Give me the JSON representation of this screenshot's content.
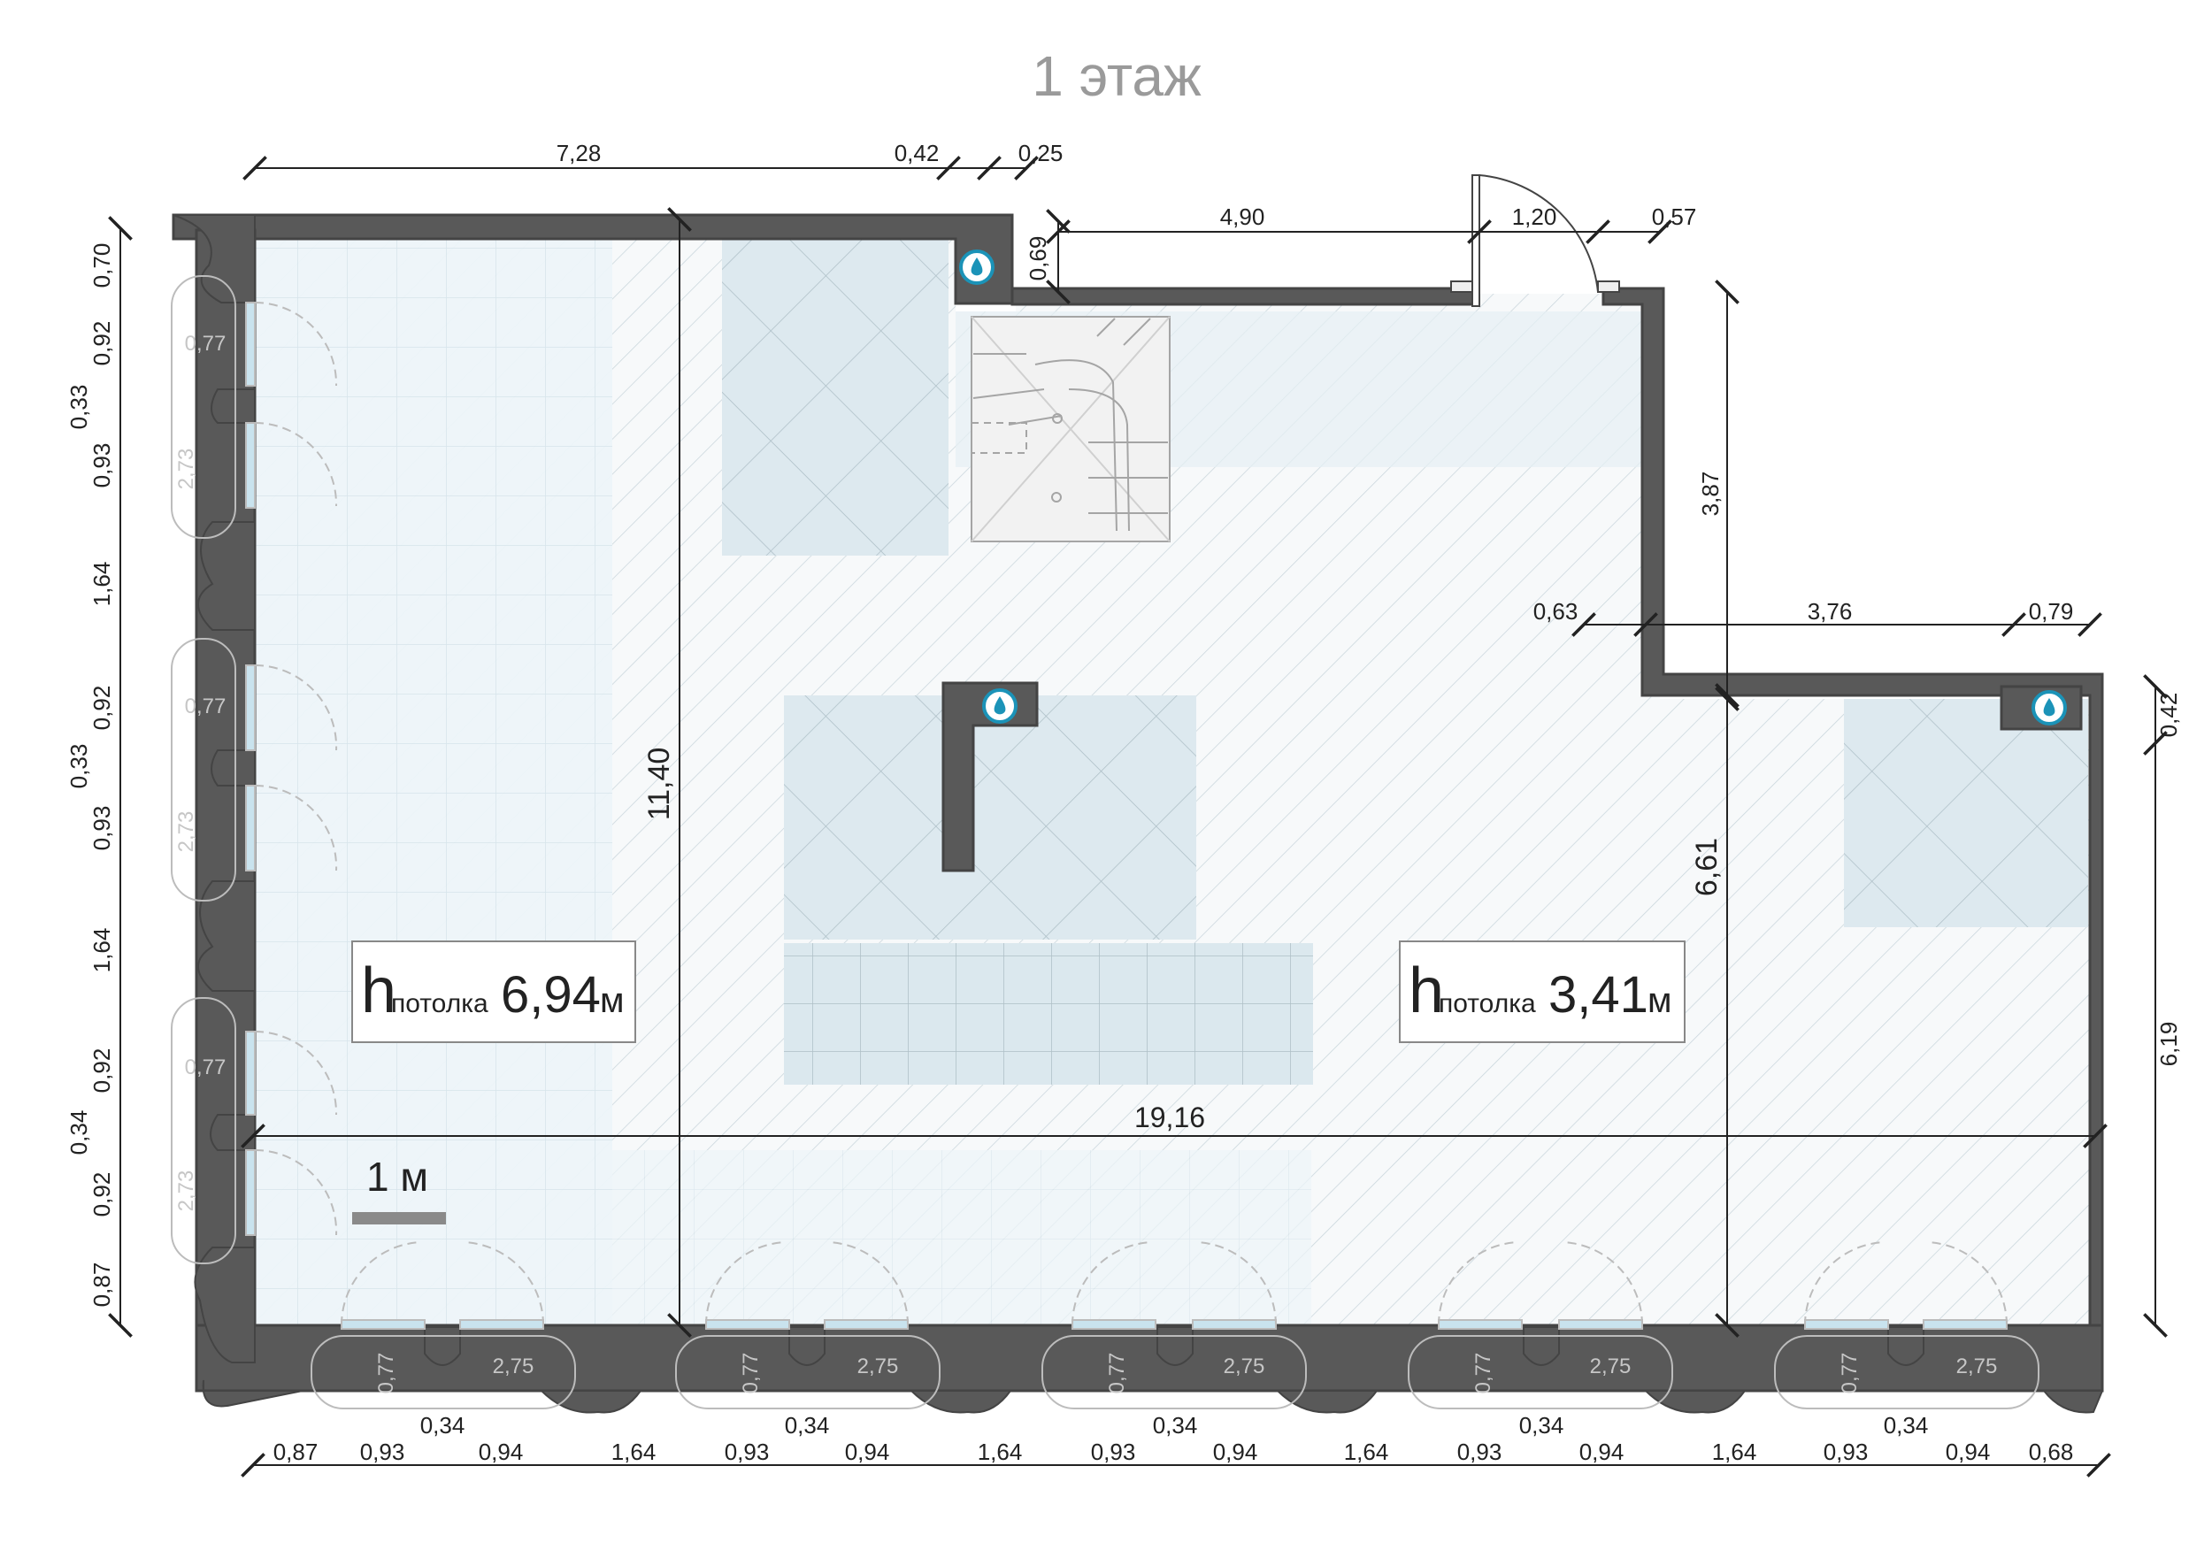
{
  "title": "1 этаж",
  "colors": {
    "wall": "#555555",
    "floor": "#eef6fa",
    "hatch": "#b9cdd6",
    "water": "#1b93b8",
    "dim": "#222222"
  },
  "ceiling_left": {
    "prefix": "h",
    "sub": "потолка",
    "value": "6,94",
    "unit": "м"
  },
  "ceiling_right": {
    "prefix": "h",
    "sub": "потолка",
    "value": "3,41",
    "unit": "м"
  },
  "scale_label": "1 м",
  "dims": {
    "top": [
      "7,28",
      "0,42",
      "0,25"
    ],
    "top_right": [
      "0,69",
      "4,90",
      "1,20",
      "0,57"
    ],
    "mid_right": [
      "3,87",
      "0,63",
      "3,76",
      "0,79"
    ],
    "inner": [
      "11,40",
      "6,61",
      "19,16"
    ],
    "right": [
      "0,42",
      "6,19"
    ],
    "left": [
      "0,70",
      "0,92",
      "0,33",
      "0,93",
      "1,64",
      "0,92",
      "0,33",
      "0,93",
      "1,64",
      "0,92",
      "0,34",
      "0,92",
      "0,87"
    ],
    "bottom": [
      "0,87",
      "0,93",
      "0,34",
      "0,94",
      "1,64",
      "0,93",
      "0,34",
      "0,94",
      "1,64",
      "0,93",
      "0,34",
      "0,94",
      "1,64",
      "0,93",
      "0,34",
      "0,94",
      "1,64",
      "0,93",
      "0,34",
      "0,94",
      "0,68"
    ]
  },
  "window_labels": {
    "width": "0,77",
    "height_left": "2,73",
    "height_bottom": "2,75"
  }
}
